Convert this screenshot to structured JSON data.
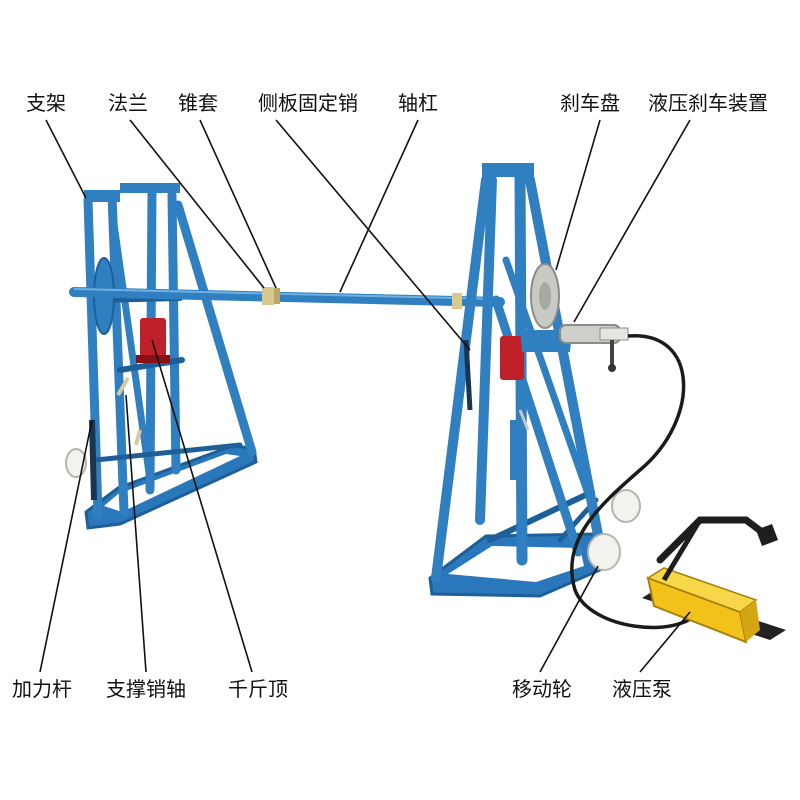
{
  "labels": {
    "support_frame": "支架",
    "flange": "法兰",
    "cone_sleeve": "锥套",
    "side_plate_pin": "侧板固定销",
    "axle_bar": "轴杠",
    "brake_disc": "刹车盘",
    "hydraulic_brake": "液压刹车装置",
    "lever_bar": "加力杆",
    "support_pin": "支撑销轴",
    "jack": "千斤顶",
    "moving_wheel": "移动轮",
    "hydraulic_pump": "液压泵"
  },
  "colors": {
    "frame_blue": "#2f7fc1",
    "frame_dark": "#1f5f98",
    "jack_red": "#c0202a",
    "pump_yellow": "#f2c21b",
    "wheel_white": "#f2f2ee",
    "label_text": "#111111"
  }
}
